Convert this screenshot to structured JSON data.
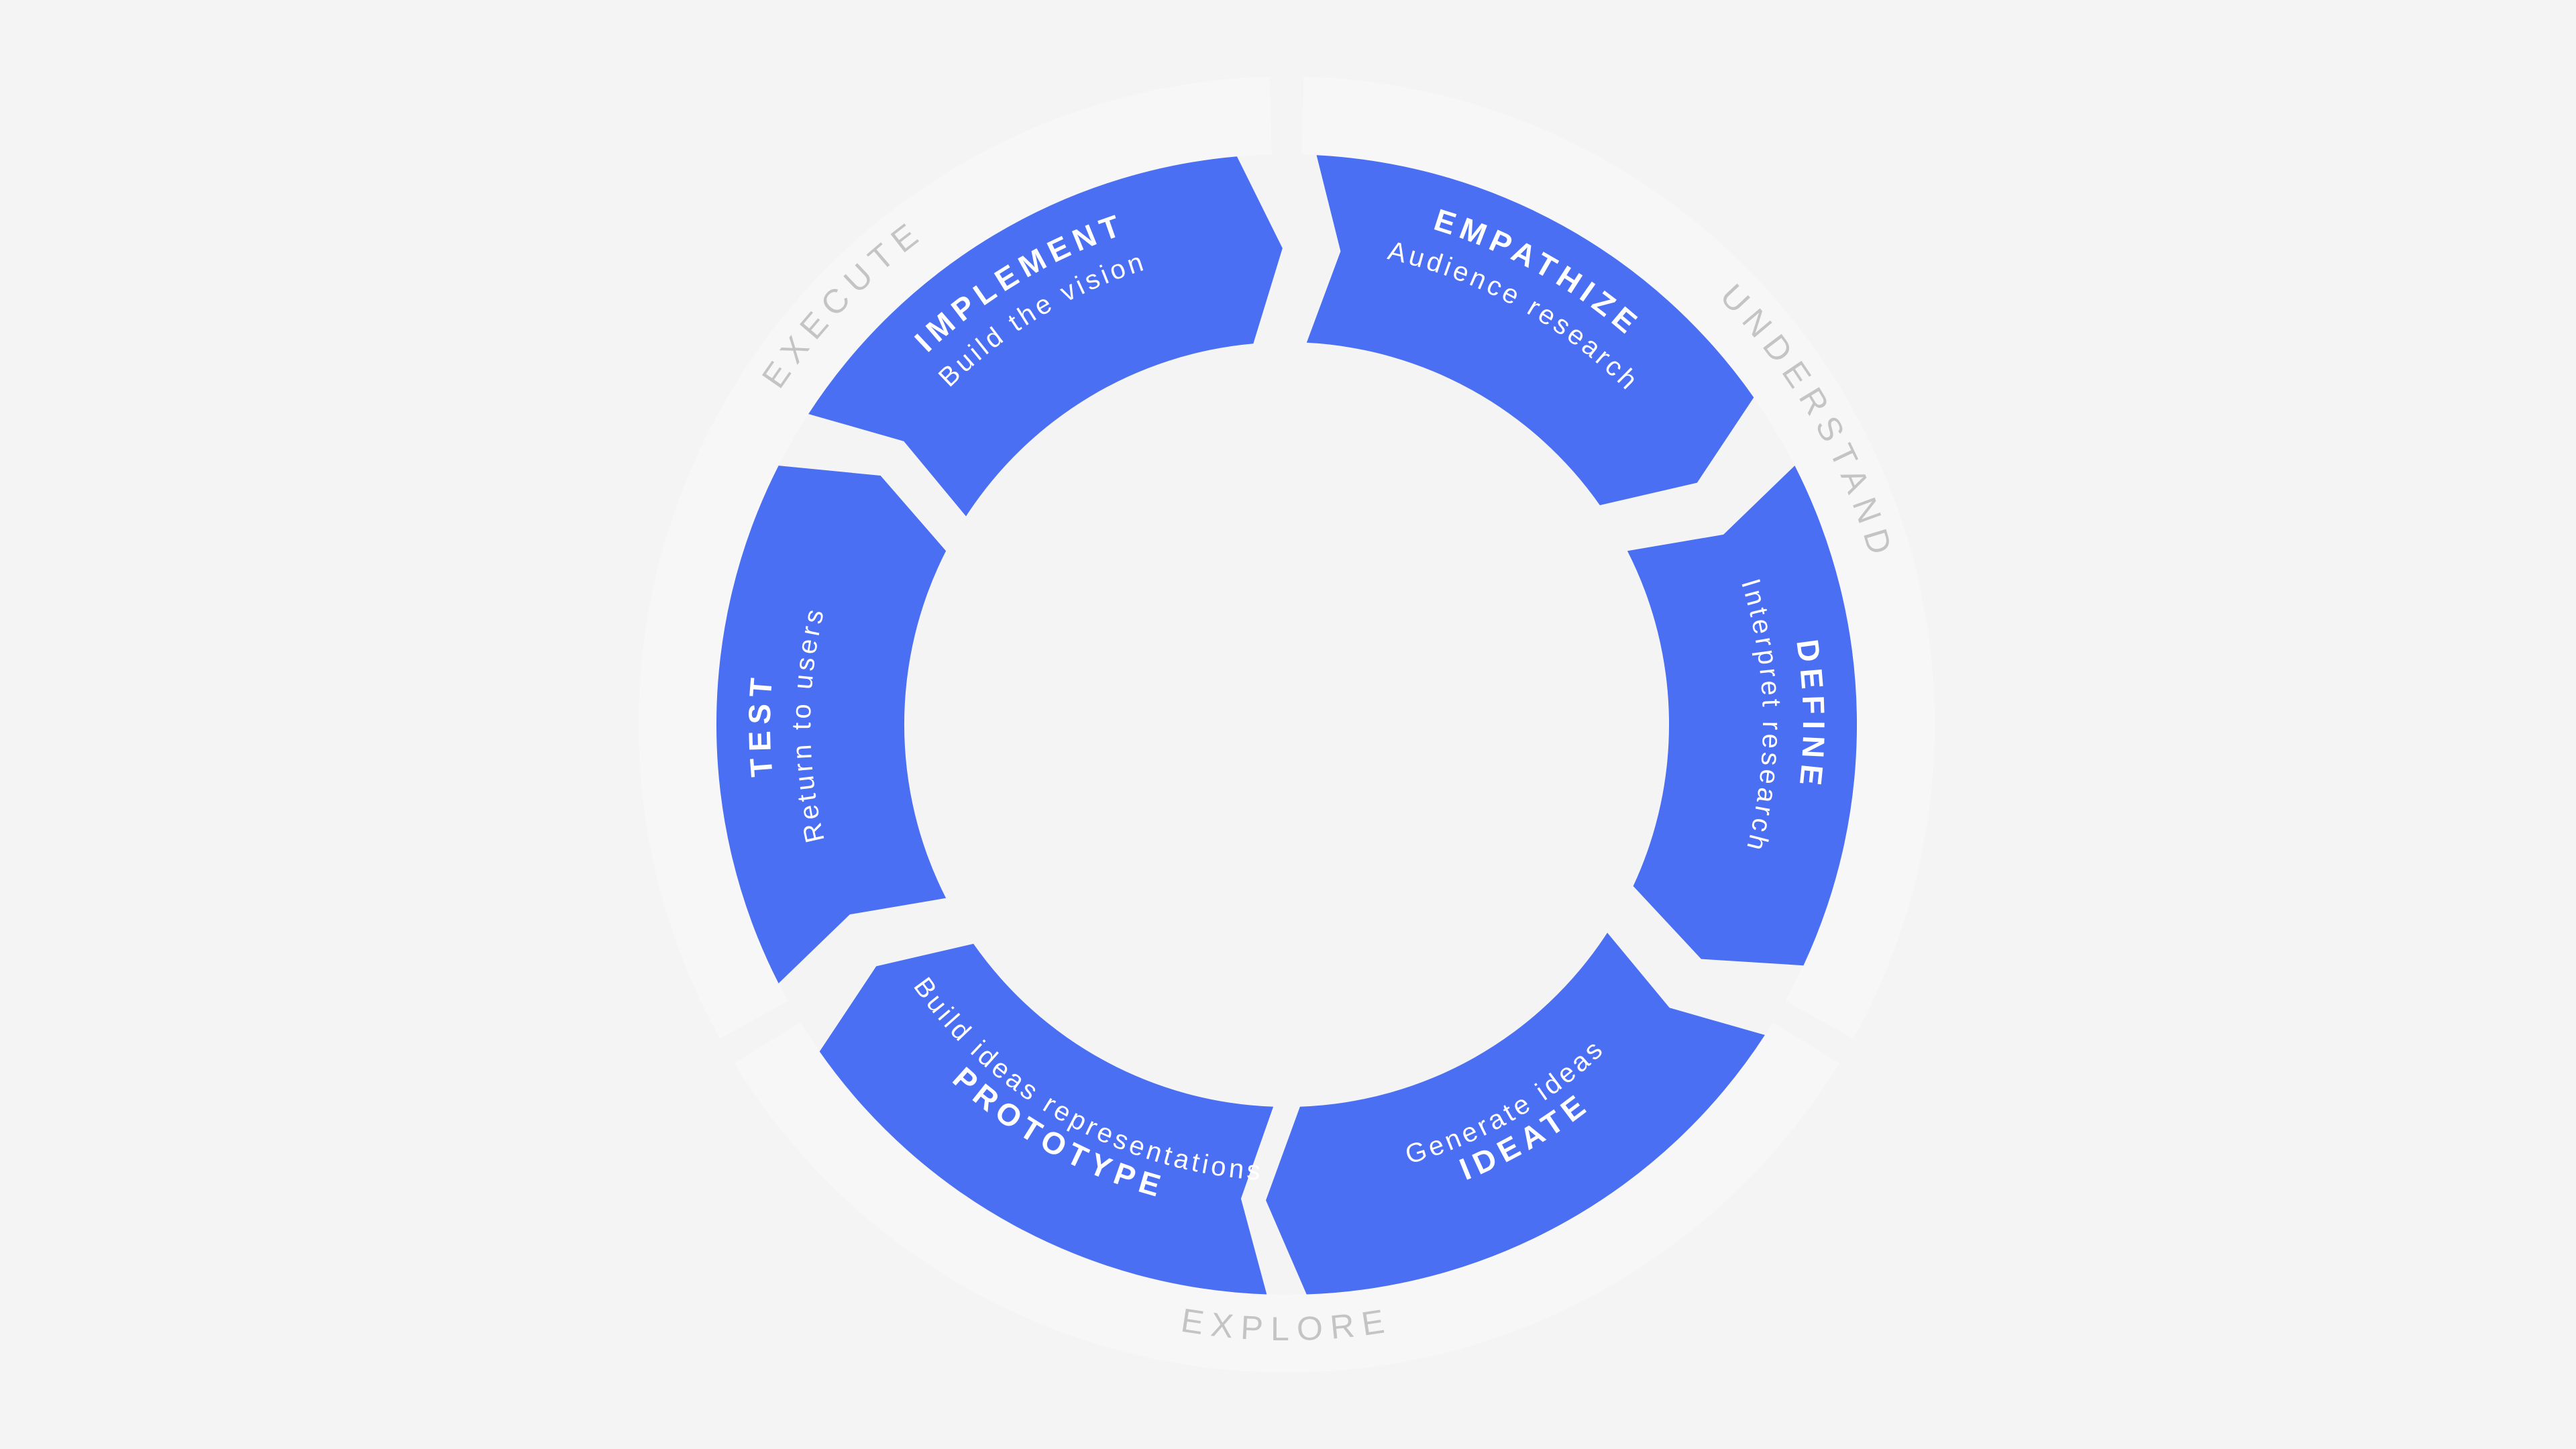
{
  "colors": {
    "background": "#f4f4f4",
    "outer_ring": "#f7f7f7",
    "segment": "#4a6ff3",
    "segment_text": "#ffffff",
    "phase_text": "#c4c4c4"
  },
  "phases": [
    {
      "id": "understand",
      "label": "UNDERSTAND"
    },
    {
      "id": "explore",
      "label": "EXPLORE"
    },
    {
      "id": "execute",
      "label": "EXECUTE"
    }
  ],
  "stages": [
    {
      "id": "empathize",
      "title": "EMPATHIZE",
      "subtitle": "Audience research"
    },
    {
      "id": "define",
      "title": "DEFINE",
      "subtitle": "Interpret research"
    },
    {
      "id": "ideate",
      "title": "IDEATE",
      "subtitle": "Generate ideas"
    },
    {
      "id": "prototype",
      "title": "PROTOTYPE",
      "subtitle": "Build ideas representations"
    },
    {
      "id": "test",
      "title": "TEST",
      "subtitle": "Return to users"
    },
    {
      "id": "implement",
      "title": "IMPLEMENT",
      "subtitle": "Build the vision"
    }
  ]
}
